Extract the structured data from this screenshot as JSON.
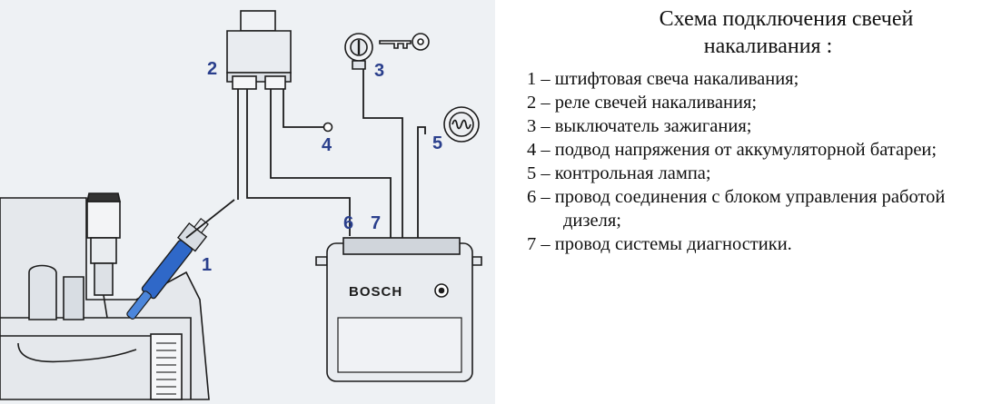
{
  "title_line1": "Схема подключения свечей",
  "title_line2": "накаливания       :",
  "legend": [
    "1 – штифтовая свеча накаливания;",
    "2 – реле свечей накаливания;",
    "3 –  выключатель зажигания;",
    "4 – подвод напряжения от аккумуляторной батареи;",
    "5 – контрольная лампа;",
    "6 – провод соединения с блоком управления работой дизеля;",
    "7 – провод системы диагностики."
  ],
  "labels": {
    "n1": "1",
    "n2": "2",
    "n3": "3",
    "n4": "4",
    "n5": "5",
    "n6": "6",
    "n7": "7"
  },
  "ecu_brand": "BOSCH",
  "colors": {
    "background": "#eef1f4",
    "engine_fill": "#e5e8ec",
    "line": "#1c1c1c",
    "label": "#2a3f8c",
    "plug_blue": "#2f68c8"
  },
  "icons": [
    "key-icon",
    "ignition-switch-icon",
    "warning-lamp-icon"
  ]
}
